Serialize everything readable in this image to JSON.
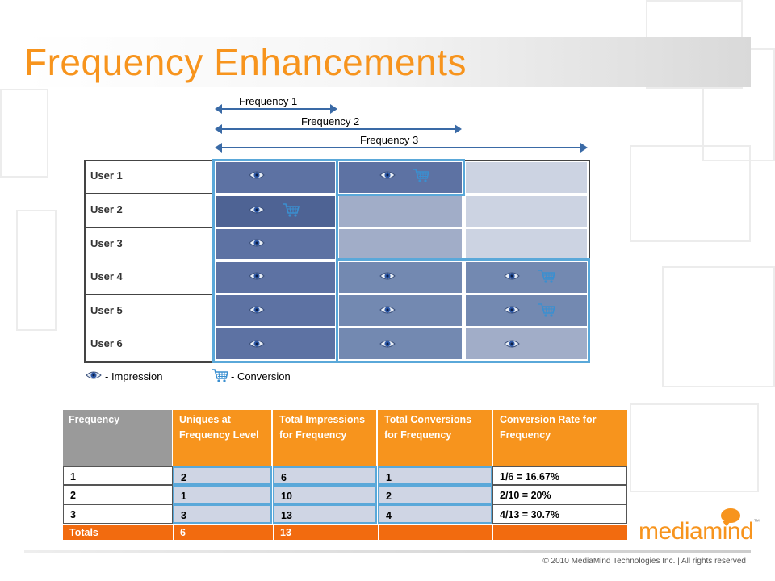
{
  "title": "Frequency Enhancements",
  "frequency_arrows": [
    "Frequency 1",
    "Frequency 2",
    "Frequency 3"
  ],
  "users": [
    "User 1",
    "User 2",
    "User 3",
    "User 4",
    "User 5",
    "User 6"
  ],
  "grid": [
    [
      [
        "impression"
      ],
      [
        "impression",
        "conversion"
      ],
      []
    ],
    [
      [
        "impression",
        "conversion"
      ],
      [],
      []
    ],
    [
      [
        "impression"
      ],
      [],
      []
    ],
    [
      [
        "impression"
      ],
      [
        "impression"
      ],
      [
        "impression",
        "conversion"
      ]
    ],
    [
      [
        "impression"
      ],
      [
        "impression"
      ],
      [
        "impression",
        "conversion"
      ]
    ],
    [
      [
        "impression"
      ],
      [
        "impression"
      ],
      [
        "impression"
      ]
    ]
  ],
  "legend": {
    "impression": "- Impression",
    "conversion": "- Conversion"
  },
  "summary_table": {
    "headers": [
      "Frequency",
      "Uniques at Frequency Level",
      "Total Impressions for Frequency",
      "Total Conversions for Frequency",
      "Conversion Rate for Frequency"
    ],
    "rows": [
      [
        "1",
        "2",
        "6",
        "1",
        "1/6 = 16.67%"
      ],
      [
        "2",
        "1",
        "10",
        "2",
        "2/10 = 20%"
      ],
      [
        "3",
        "3",
        "13",
        "4",
        "4/13 = 30.7%"
      ]
    ],
    "totals": [
      "Totals",
      "6",
      "13",
      "",
      ""
    ]
  },
  "logo": "mediamind",
  "logo_mark": "™",
  "copyright": "© 2010 MediaMind Technologies Inc. | All rights reserved",
  "colors": {
    "title": "#f7941d",
    "header_orange": "#f7941d",
    "totals_orange": "#f26b0f",
    "cell_blue": "#5d72a3",
    "frame_blue": "#5aa8d9"
  }
}
